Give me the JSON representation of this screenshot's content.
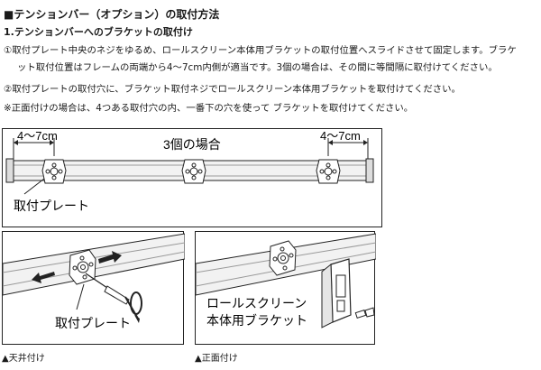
{
  "title": "■テンションバー（オプション）の取付方法",
  "subtitle": "1.テンションバーへのブラケットの取付け",
  "instructions": {
    "line1a": "①取付プレート中央のネジをゆるめ、ロールスクリーン本体用ブラケットの取付位置へスライドさせて固定します。ブラケ",
    "line1b": "ット取付位置はフレームの両端から4〜7cm内側が適当です。3個の場合は、その間に等間隔に取付けてください。",
    "line2": "②取付プレートの取付穴に、ブラケット取付ネジでロールスクリーン本体用ブラケットを取付けてください。",
    "line3": "※正面付けの場合は、4つある取付穴の内、一番下の穴を使って ブラケットを取付けてください。"
  },
  "diagram_top": {
    "dim_left": "4〜7cm",
    "center_label": "3個の場合",
    "dim_right": "4〜7cm",
    "plate_label": "取付プレート"
  },
  "diagram_ceiling": {
    "plate_label": "取付プレート",
    "caption": "▲天井付け"
  },
  "diagram_front": {
    "bracket_label_1": "ロールスクリーン",
    "bracket_label_2": "本体用ブラケット",
    "caption": "▲正面付け"
  }
}
